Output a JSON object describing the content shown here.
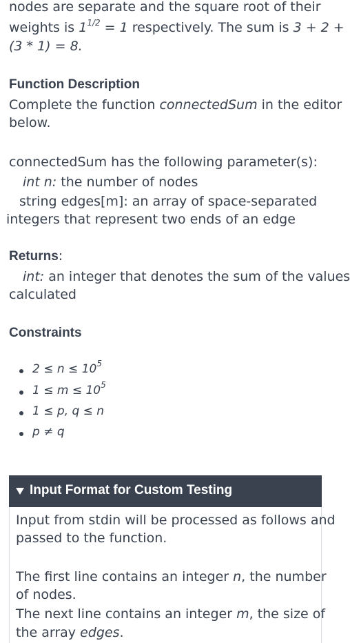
{
  "explanation": {
    "line1": "nodes are separate and the square root of their",
    "line2_pre": "weights is ",
    "line2_base": "1",
    "line2_exp": "1/2",
    "line2_eq": " = 1",
    "line2_post": " respectively.  The sum is ",
    "line2_sum": "3 + 2 +",
    "line3": "(3 * 1) = 8."
  },
  "function_description": {
    "heading": "Function Description",
    "line1_pre": "Complete the function ",
    "function_name": "connectedSum",
    "line1_post": " in the editor",
    "line2": "below."
  },
  "parameters": {
    "intro": "connectedSum has the following parameter(s):",
    "param1_type": "int n:",
    "param1_desc": " the number of nodes",
    "param2_type": "string edges[m]:",
    "param2_desc": "  an array of space-separated",
    "param2_cont": "integers that represent two ends of an edge"
  },
  "returns": {
    "heading": "Returns",
    "colon": ":",
    "type": "int:",
    "desc": " an integer that denotes the sum of the values",
    "cont": "calculated"
  },
  "constraints": {
    "heading": "Constraints",
    "items": [
      {
        "text": "2 ≤ n ≤ 10",
        "sup": "5"
      },
      {
        "text": "1 ≤ m ≤ 10",
        "sup": "5"
      },
      {
        "text": "1 ≤ p, q ≤ n",
        "sup": ""
      },
      {
        "text": "p ≠ q",
        "sup": ""
      }
    ]
  },
  "input_format": {
    "title": "Input Format for Custom Testing",
    "p1_l1": "Input from stdin will be processed as follows and",
    "p1_l2": "passed to the function.",
    "p2_l1_pre": "The first line contains an integer ",
    "p2_l1_var": "n",
    "p2_l1_post": ", the number",
    "p2_l2": "of nodes.",
    "p3_l1_pre": "The next line contains an integer ",
    "p3_l1_var": "m",
    "p3_l1_post": ", the size of",
    "p3_l2_pre": "the array ",
    "p3_l2_var": "edges",
    "p3_l2_post": "."
  }
}
